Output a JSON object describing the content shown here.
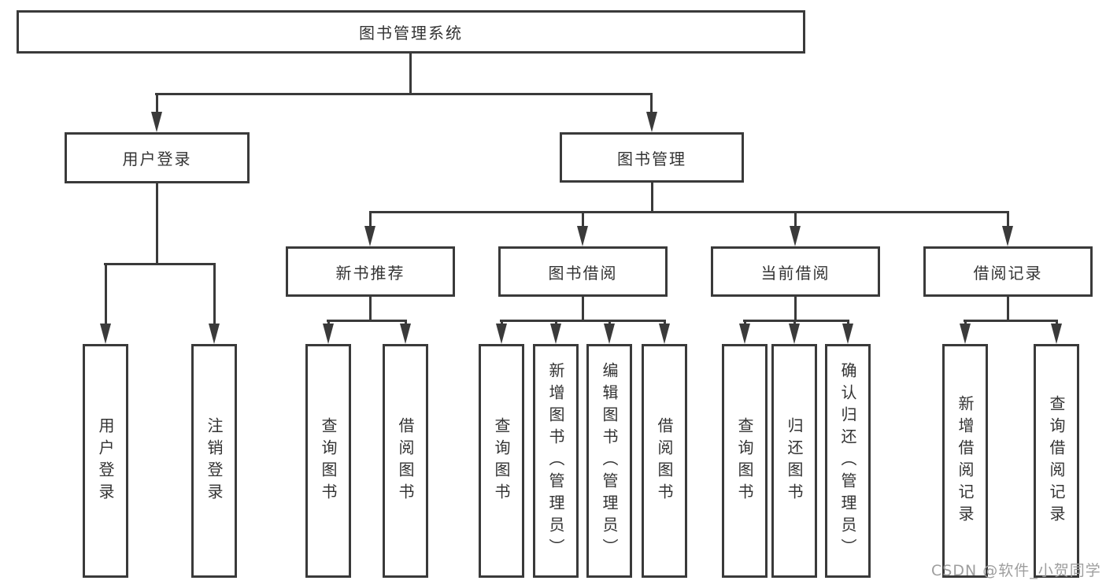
{
  "root": {
    "label": "图书管理系统",
    "children": [
      {
        "label": "用户登录",
        "children": [
          {
            "label": "用户登录"
          },
          {
            "label": "注销登录"
          }
        ]
      },
      {
        "label": "图书管理",
        "children": [
          {
            "label": "新书推荐",
            "children": [
              {
                "label": "查询图书"
              },
              {
                "label": "借阅图书"
              }
            ]
          },
          {
            "label": "图书借阅",
            "children": [
              {
                "label": "查询图书"
              },
              {
                "label": "新增图书（管理员）"
              },
              {
                "label": "编辑图书（管理员）"
              },
              {
                "label": "借阅图书"
              }
            ]
          },
          {
            "label": "当前借阅",
            "children": [
              {
                "label": "查询图书"
              },
              {
                "label": "归还图书"
              },
              {
                "label": "确认归还（管理员）"
              }
            ]
          },
          {
            "label": "借阅记录",
            "children": [
              {
                "label": "新增借阅记录"
              },
              {
                "label": "查询借阅记录"
              }
            ]
          }
        ]
      }
    ]
  },
  "watermark": {
    "text": "CSDN @软件_小贺同学"
  },
  "colors": {
    "line": "#3a3a3a",
    "text": "#333333",
    "watermark": "#9e9e9e",
    "background": "#ffffff"
  }
}
